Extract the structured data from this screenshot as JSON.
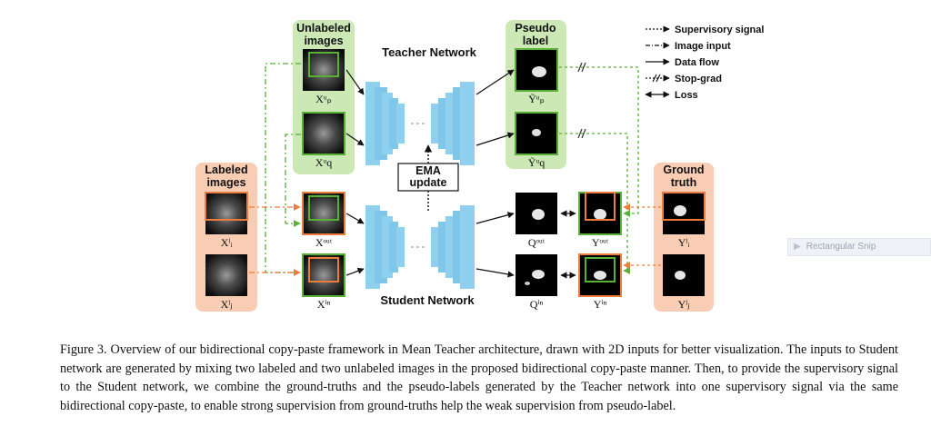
{
  "figure": {
    "groups": {
      "unlabeled": [
        "Unlabeled",
        "images"
      ],
      "pseudo": [
        "Pseudo",
        "label"
      ],
      "labeled": [
        "Labeled",
        "images"
      ],
      "ground_truth": [
        "Ground",
        "truth"
      ]
    },
    "networks": {
      "teacher": "Teacher Network",
      "student": "Student Network"
    },
    "ema": [
      "EMA",
      "update"
    ],
    "image_labels": {
      "xpu": "Xᵘₚ",
      "xqu": "Xᵘq",
      "ypu": "Ỹᵘₚ",
      "yqu": "Ỹᵘq",
      "xil": "Xˡᵢ",
      "xjl": "Xˡⱼ",
      "xout": "Xᵒᵘᵗ",
      "xin": "Xⁱⁿ",
      "qout": "Qᵒᵘᵗ",
      "qin": "Qⁱⁿ",
      "yout": "Yᵒᵘᵗ",
      "yin": "Yⁱⁿ",
      "yil": "Yˡᵢ",
      "yjl": "Yˡⱼ"
    },
    "legend": [
      "Supervisory signal",
      "Image input",
      "Data flow",
      "Stop-grad",
      "Loss"
    ],
    "colors": {
      "green": "#56b135",
      "orange": "#ea7d3c",
      "green_bg": "#cce8b5",
      "orange_bg": "#f9cdb4",
      "net": "#8fd0ef"
    }
  },
  "caption": "Figure 3. Overview of our bidirectional copy-paste framework in Mean Teacher architecture, drawn with 2D inputs for better visualization. The inputs to Student network are generated by mixing two labeled and two unlabeled images in the proposed bidirectional copy-paste manner. Then, to provide the supervisory signal to the Student network, we combine the ground-truths and the pseudo-labels generated by the Teacher network into one supervisory signal via the same bidirectional copy-paste, to enable strong supervision from ground-truths help the weak supervision from pseudo-label.",
  "overlay": {
    "snip_text": "Rectangular Snip"
  }
}
